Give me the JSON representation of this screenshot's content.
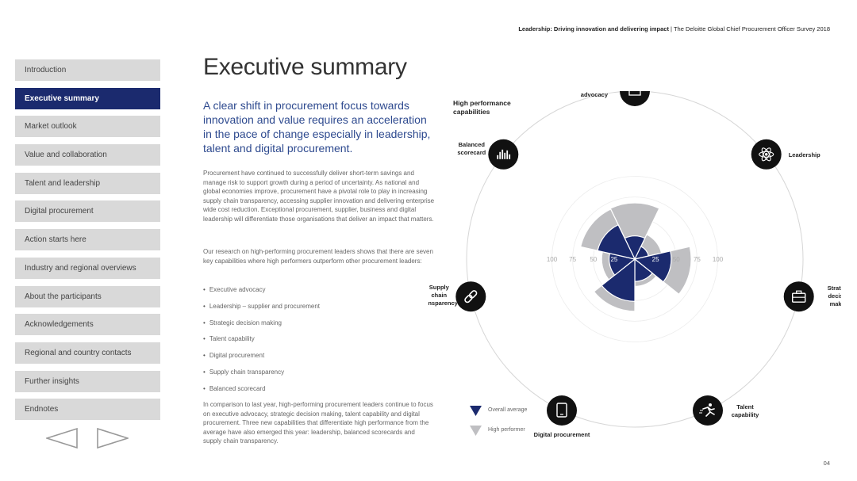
{
  "header": {
    "title_bold": "Leadership: Driving innovation and delivering impact",
    "separator": " | ",
    "title_rest": "The Deloitte Global Chief Procurement Officer Survey 2018"
  },
  "nav": {
    "items": [
      {
        "label": "Introduction"
      },
      {
        "label": "Executive summary",
        "active": true
      },
      {
        "label": "Market outlook"
      },
      {
        "label": "Value and collaboration"
      },
      {
        "label": "Talent and leadership"
      },
      {
        "label": "Digital procurement"
      },
      {
        "label": "Action starts here"
      },
      {
        "label": "Industry and regional overviews"
      },
      {
        "label": "About the participants"
      },
      {
        "label": "Acknowledgements"
      },
      {
        "label": "Regional and country contacts"
      },
      {
        "label": "Further insights"
      },
      {
        "label": "Endnotes"
      }
    ]
  },
  "main": {
    "title": "Executive summary",
    "lead": "A clear shift in procurement focus towards innovation and value requires an acceleration in the pace of change especially in leadership, talent and digital procurement.",
    "para1": "Procurement have continued to successfully deliver short-term savings and manage risk to support growth during a period of uncertainty. As national and global economies improve, procurement have a pivotal role to play in increasing supply chain transparency, accessing supplier innovation and delivering enterprise wide cost reduction. Exceptional procurement, supplier, business and digital leadership will differentiate those organisations that deliver an impact that matters.",
    "para2": "Our research on high-performing procurement leaders shows that there are seven key capabilities where high performers outperform other procurement leaders:",
    "bullets": [
      "Executive advocacy",
      "Leadership – supplier and procurement",
      "Strategic decision making",
      "Talent capability",
      "Digital procurement",
      "Supply chain transparency",
      "Balanced scorecard"
    ],
    "para3": "In comparison to last year, high-performing procurement leaders continue to focus on executive advocacy, strategic decision making, talent capability and digital procurement. Three new capabilities that differentiate high performance from the average have also emerged this year: leadership, balanced scorecards and supply chain transparency."
  },
  "chart_data": {
    "type": "polar-bar",
    "title": "High performance capabilities",
    "categories": [
      "Executive advocacy",
      "Leadership",
      "Strategic decision making",
      "Talent capability",
      "Digital procurement",
      "Supply chain transparency",
      "Balanced scorecard"
    ],
    "series": [
      {
        "name": "Overall average",
        "values": [
          28,
          17,
          44,
          27,
          51,
          31,
          46
        ],
        "color": "#1b2a6e"
      },
      {
        "name": "High performer",
        "values": [
          68,
          33,
          68,
          33,
          63,
          40,
          67
        ],
        "color": "#bfbfc2"
      }
    ],
    "axis_ticks": [
      25,
      50,
      75,
      100
    ],
    "rlim": [
      0,
      100
    ]
  },
  "icons": {
    "executive_advocacy": "podium-icon",
    "leadership": "atom-icon",
    "strategic_decision_making": "briefcase-icon",
    "talent_capability": "runner-icon",
    "digital_procurement": "tablet-icon",
    "supply_chain_transparency": "chain-link-icon",
    "balanced_scorecard": "bar-chart-icon"
  },
  "page_number": "04"
}
